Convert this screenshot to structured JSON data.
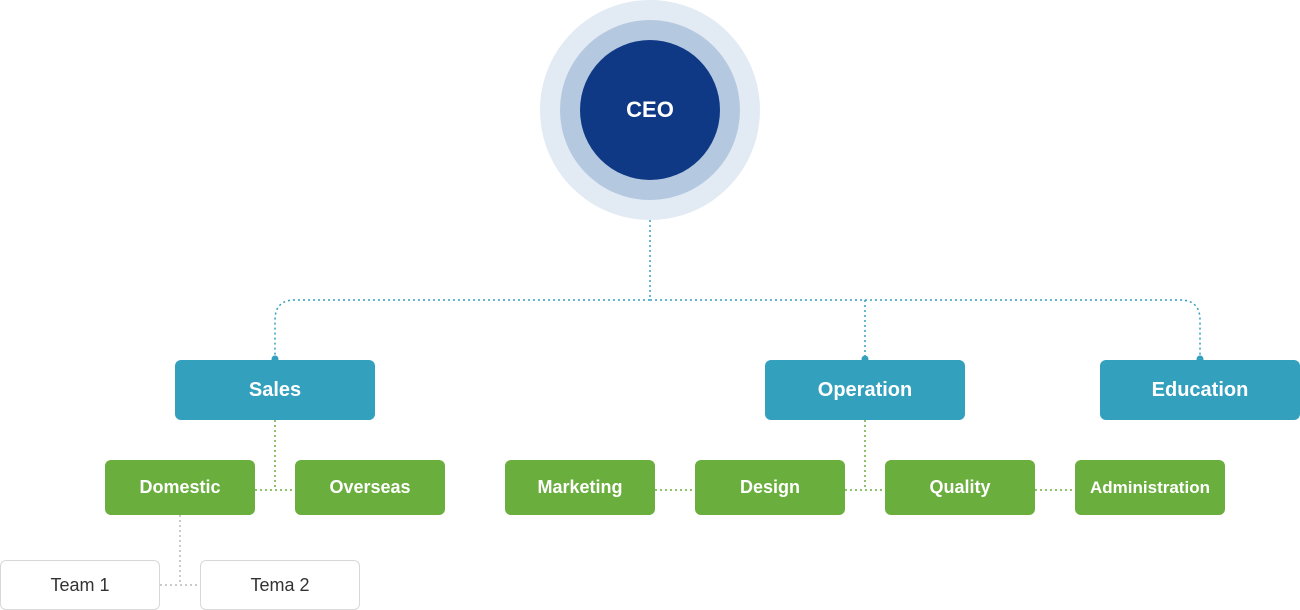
{
  "ceo": {
    "label": "CEO"
  },
  "departments": [
    {
      "label": "Sales"
    },
    {
      "label": "Operation"
    },
    {
      "label": "Education"
    }
  ],
  "sales_units": [
    {
      "label": "Domestic"
    },
    {
      "label": "Overseas"
    }
  ],
  "operation_units": [
    {
      "label": "Marketing"
    },
    {
      "label": "Design"
    },
    {
      "label": "Quality"
    },
    {
      "label": "Administration"
    }
  ],
  "teams": [
    {
      "label": "Team 1"
    },
    {
      "label": "Tema 2"
    }
  ],
  "colors": {
    "ceo_core": "#103985",
    "ceo_ring": "#b4c8e0",
    "ceo_halo": "#e2eaf4",
    "department": "#33a0be",
    "unit": "#6aae3d",
    "connector_blue": "#33a0be",
    "connector_green": "#6aae3d"
  }
}
